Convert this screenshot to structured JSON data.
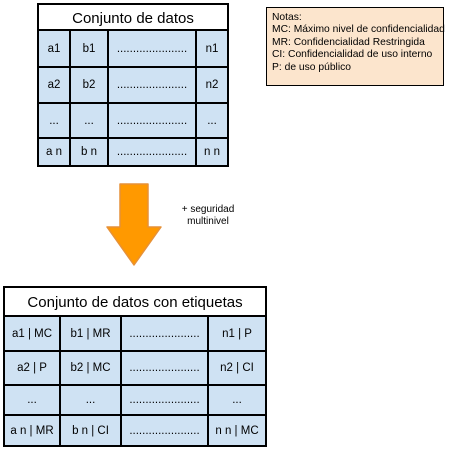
{
  "source_table": {
    "title": "Conjunto de datos",
    "rows": [
      [
        "a1",
        "b1",
        "......................",
        "n1"
      ],
      [
        "a2",
        "b2",
        "......................",
        "n2"
      ],
      [
        "...",
        "...",
        "......................",
        "..."
      ],
      [
        "a n",
        "b n",
        "......................",
        "n n"
      ]
    ]
  },
  "notes": {
    "heading": "Notas:",
    "lines": [
      "MC: Máximo nivel de confidencialidad",
      "MR: Confidencialidad Restringida",
      "CI: Confidencialidad de uso interno",
      "P: de uso público"
    ]
  },
  "transform": {
    "label_lines": [
      "+ seguridad",
      "multinivel"
    ],
    "arrow_color": "#ff9900",
    "arrow_outline": "#e69138"
  },
  "labeled_table": {
    "title": "Conjunto de datos con etiquetas",
    "rows": [
      [
        "a1 | MC",
        "b1 | MR",
        "......................",
        "n1 | P"
      ],
      [
        "a2 | P",
        "b2 | MC",
        "......................",
        "n2 | CI"
      ],
      [
        "...",
        "...",
        "......................",
        "..."
      ],
      [
        "a n | MR",
        "b n | CI",
        "......................",
        "n n | MC"
      ]
    ]
  },
  "colors": {
    "cell_fill": "#cfe2f3",
    "notes_fill": "#fce5cd",
    "border": "#000000"
  }
}
